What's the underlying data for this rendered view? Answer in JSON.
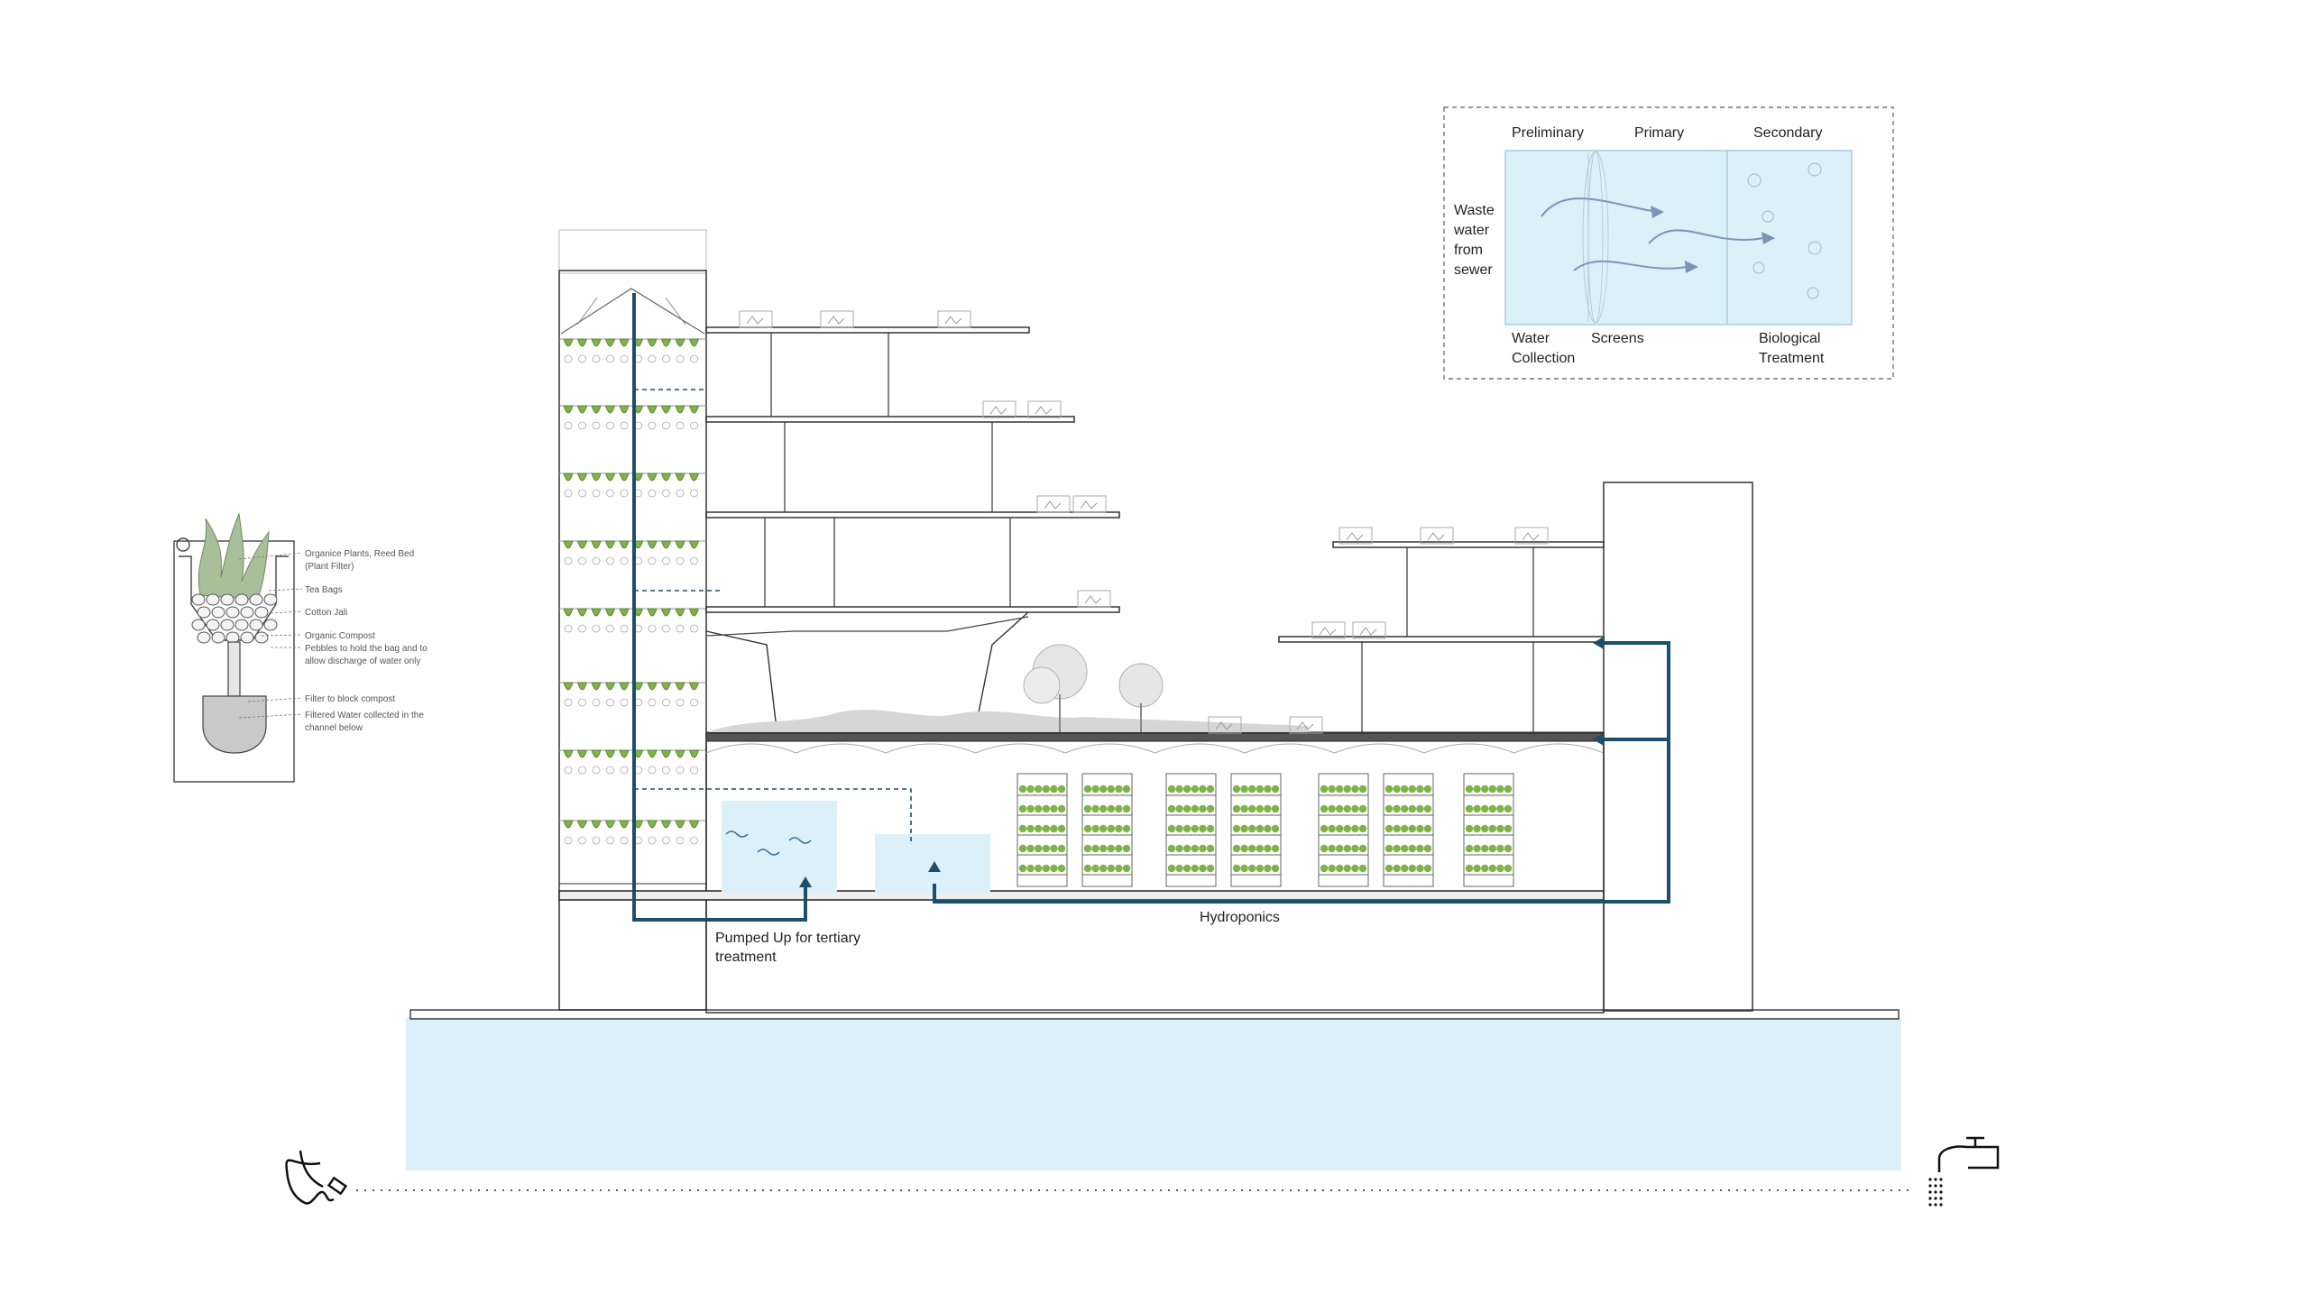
{
  "colors": {
    "water_fill": "#dcf0f9",
    "pipe": "#1c4f6e",
    "line": "#333333",
    "leaf_green": "#7fb24a",
    "arrow": "#7c93b8",
    "filter_plant": "#a9bf9a"
  },
  "treatment_box": {
    "stage_labels": {
      "preliminary": "Preliminary",
      "primary": "Primary",
      "secondary": "Secondary"
    },
    "source_lines": [
      "Waste",
      "water",
      "from",
      "sewer"
    ],
    "water_collection_lines": [
      "Water",
      "Collection"
    ],
    "screens_label": "Screens",
    "biological_lines": [
      "Biological",
      "Treatment"
    ]
  },
  "section": {
    "pump_label_lines": [
      "Pumped Up for tertiary",
      "treatment"
    ],
    "hydroponics_label": "Hydroponics"
  },
  "filter_detail": {
    "labels": [
      [
        "Organice Plants, Reed Bed",
        "(Plant Filter)"
      ],
      [
        "Tea Bags"
      ],
      [
        "Cotton Jali"
      ],
      [
        "Organic Compost"
      ],
      [
        "Pebbles to hold the bag and to",
        "allow discharge of water only"
      ],
      [
        "Filter to block compost"
      ],
      [
        "Filtered Water collected in the",
        "channel below"
      ]
    ]
  },
  "bottom": {
    "drink_icon": "person-drinking-icon",
    "tap_icon": "water-tap-icon"
  }
}
